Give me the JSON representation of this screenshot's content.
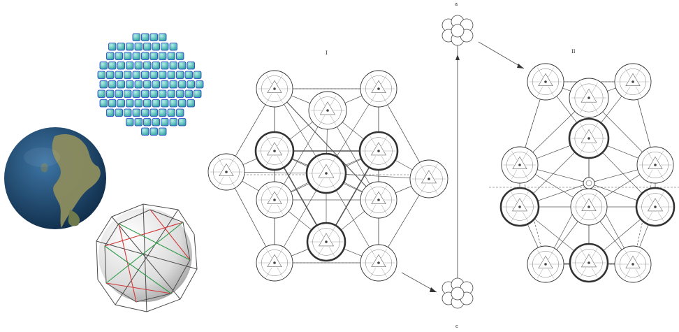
{
  "figure": {
    "illustrations": [
      {
        "id": "crystal-cluster",
        "kind": "cubic-lattice-cluster"
      },
      {
        "id": "earth-globe",
        "kind": "globe"
      },
      {
        "id": "polyhedron-sphere",
        "kind": "inscribed-sphere-polyhedron"
      }
    ],
    "panels": [
      {
        "label": "I"
      },
      {
        "label": "II"
      }
    ],
    "connector_labels": {
      "top": "a",
      "bottom": "c"
    },
    "colors": {
      "crystal": "#5fc3c0",
      "crystal_frame": "#1d38c9",
      "ocean": "#1e4d7a",
      "land": "#8a8c5a",
      "line": "#555555",
      "polyhedron_red": "#d03a3a",
      "polyhedron_green": "#2f9a4a"
    }
  }
}
